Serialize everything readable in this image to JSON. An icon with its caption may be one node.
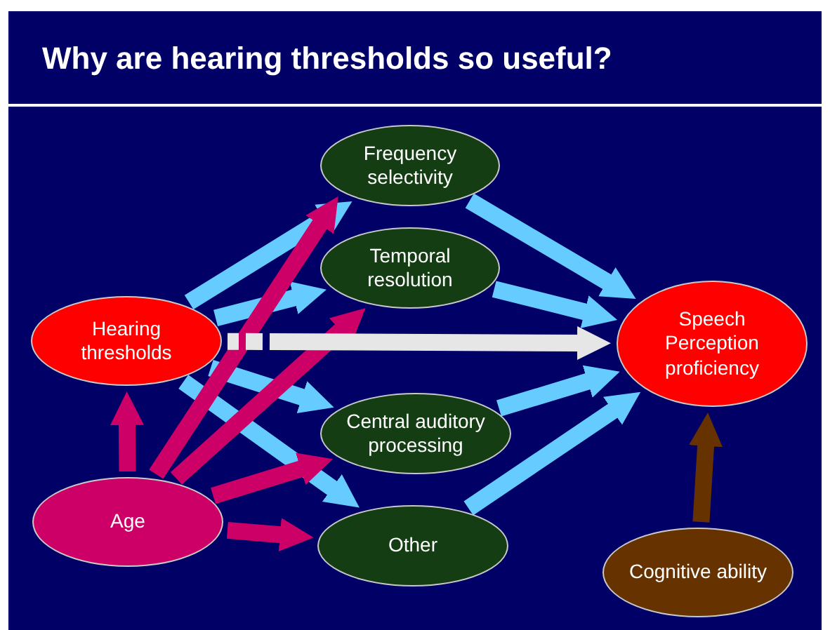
{
  "diagram": {
    "title": "Why are hearing thresholds so useful?",
    "nodes": [
      {
        "text": [
          "Hearing thresholds"
        ]
      },
      {
        "text": [
          "Age"
        ]
      },
      {
        "text": [
          "Frequency selectivity"
        ]
      },
      {
        "text": [
          "Temporal resolution"
        ]
      },
      {
        "text": [
          "Central auditory processing"
        ]
      },
      {
        "text": [
          "Other"
        ]
      },
      {
        "text": [
          "Speech Perception proficiency"
        ]
      },
      {
        "text": [
          "Cognitive ability"
        ]
      }
    ],
    "edges": [
      {
        "from": 1,
        "to": 0,
        "arrow": "to",
        "color": "#cc0066"
      },
      {
        "from": 0,
        "to": 2,
        "arrow": "to"
      },
      {
        "from": 0,
        "to": 3,
        "arrow": "to"
      },
      {
        "from": 0,
        "to": 4,
        "arrow": "to"
      },
      {
        "from": 0,
        "to": 5,
        "arrow": "to"
      },
      {
        "from": 1,
        "to": 2,
        "arrow": "to",
        "color": "#cc0066"
      },
      {
        "from": 1,
        "to": 3,
        "arrow": "to",
        "color": "#cc0066"
      },
      {
        "from": 1,
        "to": 4,
        "arrow": "to",
        "color": "#cc0066"
      },
      {
        "from": 1,
        "to": 5,
        "arrow": "to",
        "color": "#cc0066"
      },
      {
        "from": 0,
        "to": 6,
        "arrow": "to",
        "style": "dashed",
        "color": "#e6e6e6"
      },
      {
        "from": 2,
        "to": 6,
        "arrow": "to"
      },
      {
        "from": 3,
        "to": 6,
        "arrow": "to"
      },
      {
        "from": 4,
        "to": 6,
        "arrow": "to"
      },
      {
        "from": 5,
        "to": 6,
        "arrow": "to"
      },
      {
        "from": 7,
        "to": 6,
        "arrow": "to",
        "color": "#663300"
      }
    ]
  }
}
